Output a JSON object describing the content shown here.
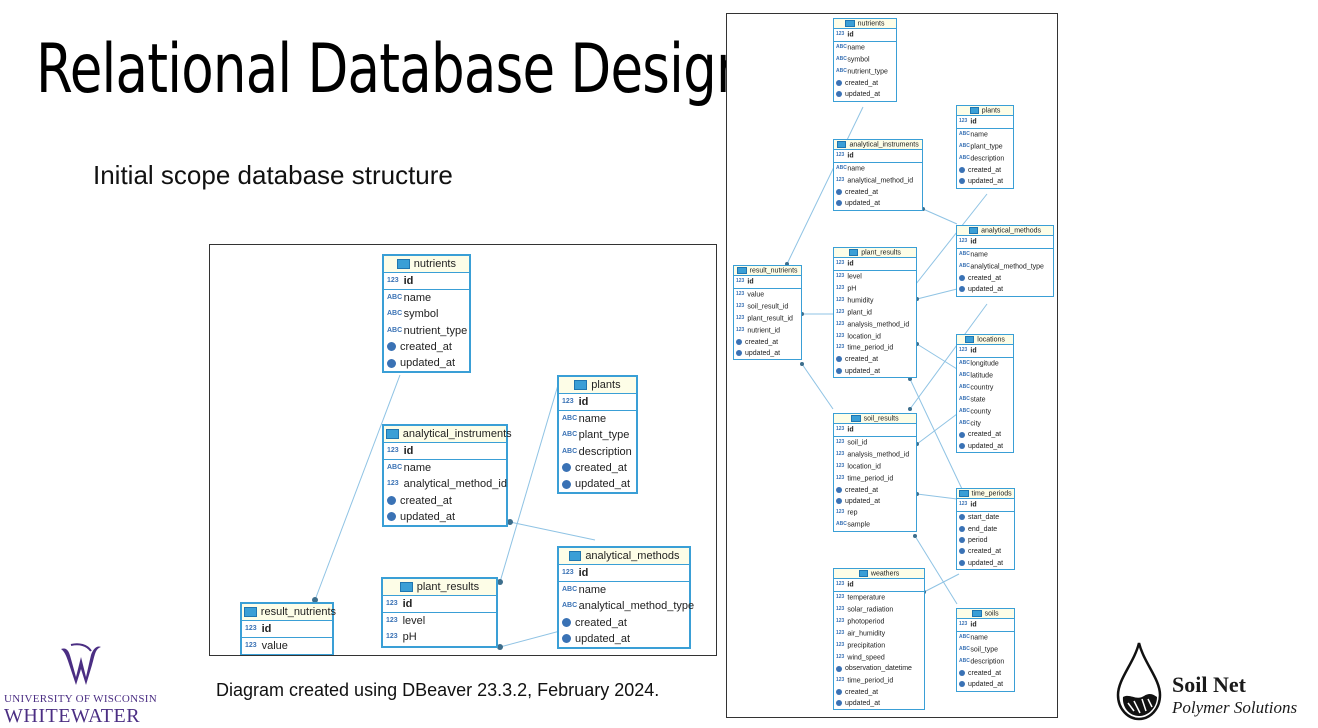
{
  "slide": {
    "title": "Relational Database Design",
    "subtitle": "Initial scope database structure",
    "caption": "Diagram created using DBeaver 23.3.2, February 2024."
  },
  "logos": {
    "uw_line1": "UNIVERSITY OF WISCONSIN",
    "uw_line2": "WHITEWATER",
    "soilnet_line1": "Soil Net",
    "soilnet_line2": "Polymer Solutions"
  },
  "colors": {
    "table_border": "#3a9fd6",
    "table_header": "#fdfde7",
    "uw_purple": "#4b2e83"
  },
  "type_icons": {
    "numeric": "123",
    "text": "ABC",
    "datetime": "clock-icon"
  },
  "zoomed_tables": {
    "nutrients": [
      "nutrients",
      "id",
      "name",
      "symbol",
      "nutrient_type",
      "created_at",
      "updated_at"
    ],
    "analytical_instruments": [
      "analytical_instruments",
      "id",
      "name",
      "analytical_method_id",
      "created_at",
      "updated_at"
    ],
    "plants": [
      "plants",
      "id",
      "name",
      "plant_type",
      "description",
      "created_at",
      "updated_at"
    ],
    "analytical_methods": [
      "analytical_methods",
      "id",
      "name",
      "analytical_method_type",
      "created_at",
      "updated_at"
    ],
    "plant_results": [
      "plant_results",
      "id",
      "level",
      "pH"
    ],
    "result_nutrients": [
      "result_nutrients",
      "id",
      "value"
    ]
  },
  "full_tables": {
    "nutrients": [
      "nutrients",
      "id",
      "name",
      "symbol",
      "nutrient_type",
      "created_at",
      "updated_at"
    ],
    "plants": [
      "plants",
      "id",
      "name",
      "plant_type",
      "description",
      "created_at",
      "updated_at"
    ],
    "analytical_instruments": [
      "analytical_instruments",
      "id",
      "name",
      "analytical_method_id",
      "created_at",
      "updated_at"
    ],
    "analytical_methods": [
      "analytical_methods",
      "id",
      "name",
      "analytical_method_type",
      "created_at",
      "updated_at"
    ],
    "result_nutrients": [
      "result_nutrients",
      "id",
      "value",
      "soil_result_id",
      "plant_result_id",
      "nutrient_id",
      "created_at",
      "updated_at"
    ],
    "plant_results": [
      "plant_results",
      "id",
      "level",
      "pH",
      "humidity",
      "plant_id",
      "analysis_method_id",
      "location_id",
      "time_period_id",
      "created_at",
      "updated_at"
    ],
    "locations": [
      "locations",
      "id",
      "longitude",
      "latitude",
      "country",
      "state",
      "county",
      "city",
      "created_at",
      "updated_at"
    ],
    "soil_results": [
      "soil_results",
      "id",
      "soil_id",
      "analysis_method_id",
      "location_id",
      "time_period_id",
      "created_at",
      "updated_at",
      "rep",
      "sample"
    ],
    "time_periods": [
      "time_periods",
      "id",
      "start_date",
      "end_date",
      "period",
      "created_at",
      "updated_at"
    ],
    "weathers": [
      "weathers",
      "id",
      "temperature",
      "solar_radiation",
      "photoperiod",
      "air_humidity",
      "precipitation",
      "wind_speed",
      "observation_datetime",
      "time_period_id",
      "created_at",
      "updated_at"
    ],
    "soils": [
      "soils",
      "id",
      "name",
      "soil_type",
      "description",
      "created_at",
      "updated_at"
    ]
  }
}
